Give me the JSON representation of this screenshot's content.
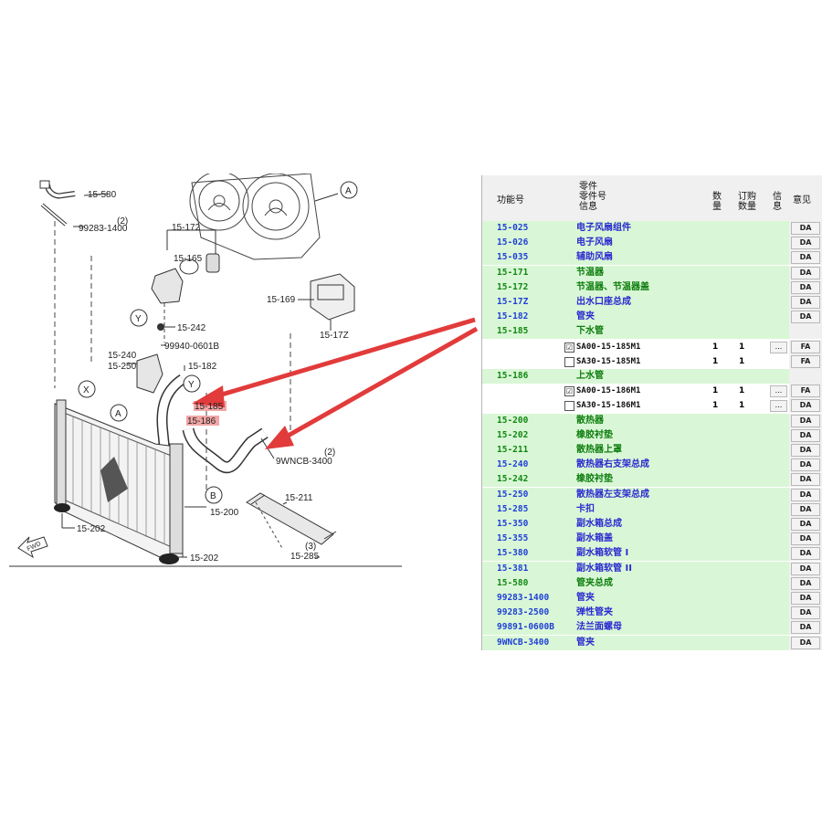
{
  "diagram": {
    "labels": {
      "l15_580": "15-580",
      "l99283_1400": "99283-1400",
      "l2a": "(2)",
      "l15_172": "15-172",
      "l15_165": "15-165",
      "l15_169": "15-169",
      "l15_17z": "15-17Z",
      "lY1": "Y",
      "l15_242": "15-242",
      "l99940": "99940-0601B",
      "l15_240": "15-240",
      "l15_250": "15-250",
      "l15_182": "15-182",
      "lY2": "Y",
      "lX": "X",
      "lA1": "A",
      "lA2": "A",
      "l15_185": "15-185",
      "l15_186": "15-186",
      "l9wncb": "9WNCB-3400",
      "l2b": "(2)",
      "l15_211": "15-211",
      "lB": "B",
      "l15_200": "15-200",
      "l15_202a": "15-202",
      "l15_202b": "15-202",
      "l15_285": "15-285",
      "l3": "(3)",
      "lFWD": "FWD"
    }
  },
  "table": {
    "headers": {
      "code": "功能号",
      "part": "零件\n零件号\n信息",
      "qty": "数\n量",
      "order": "订购\n数量",
      "info": "信\n息",
      "note": "意见"
    },
    "rows": [
      {
        "code": "15-025",
        "name": "电子风扇组件",
        "note": "DA"
      },
      {
        "code": "15-026",
        "name": "电子风扇",
        "note": "DA"
      },
      {
        "code": "15-035",
        "name": "辅助风扇",
        "note": "DA"
      },
      {
        "code": "15-171",
        "name": "节温器",
        "note": "DA"
      },
      {
        "code": "15-172",
        "name": "节温器、节温器盖",
        "note": "DA"
      },
      {
        "code": "15-17Z",
        "name": "出水口座总成",
        "note": "DA"
      },
      {
        "code": "15-182",
        "name": "管夹",
        "note": "DA"
      },
      {
        "code": "15-185",
        "name": "下水管",
        "note": ""
      },
      {
        "sub": true,
        "checked": "☑",
        "part": "SA00-15-185M1",
        "qty": "1",
        "order": "1",
        "btn": "...",
        "note": "FA"
      },
      {
        "sub": true,
        "checked": "",
        "part": "SA30-15-185M1",
        "qty": "1",
        "order": "1",
        "btn": "",
        "note": "FA"
      },
      {
        "code": "15-186",
        "name": "上水管",
        "note": ""
      },
      {
        "sub": true,
        "checked": "☑",
        "part": "SA00-15-186M1",
        "qty": "1",
        "order": "1",
        "btn": "...",
        "note": "FA"
      },
      {
        "sub": true,
        "checked": "",
        "part": "SA30-15-186M1",
        "qty": "1",
        "order": "1",
        "btn": "...",
        "note": "DA"
      },
      {
        "code": "15-200",
        "name": "散热器",
        "note": "DA"
      },
      {
        "code": "15-202",
        "name": "橡胶衬垫",
        "note": "DA"
      },
      {
        "code": "15-211",
        "name": "散热器上罩",
        "note": "DA"
      },
      {
        "code": "15-240",
        "name": "散热器右支架总成",
        "note": "DA"
      },
      {
        "code": "15-242",
        "name": "橡胶衬垫",
        "note": "DA"
      },
      {
        "code": "15-250",
        "name": "散热器左支架总成",
        "note": "DA"
      },
      {
        "code": "15-285",
        "name": "卡扣",
        "note": "DA"
      },
      {
        "code": "15-350",
        "name": "副水箱总成",
        "note": "DA"
      },
      {
        "code": "15-355",
        "name": "副水箱盖",
        "note": "DA"
      },
      {
        "code": "15-380",
        "name": "副水箱软管 I",
        "note": "DA"
      },
      {
        "code": "15-381",
        "name": "副水箱软管 II",
        "note": "DA"
      },
      {
        "code": "15-580",
        "name": "管夹总成",
        "note": "DA"
      },
      {
        "code": "99283-1400",
        "name": "管夹",
        "note": "DA"
      },
      {
        "code": "99283-2500",
        "name": "弹性管夹",
        "note": "DA"
      },
      {
        "code": "99891-0600B",
        "name": "法兰面螺母",
        "note": "DA"
      },
      {
        "code": "9WNCB-3400",
        "name": "管夹",
        "note": "DA"
      }
    ],
    "code_colors": {
      "blue": "#1f3fd6",
      "green": "#118811"
    },
    "name_colors": {
      "blue": "#2a2ad0",
      "green": "#0d7d0d"
    }
  }
}
